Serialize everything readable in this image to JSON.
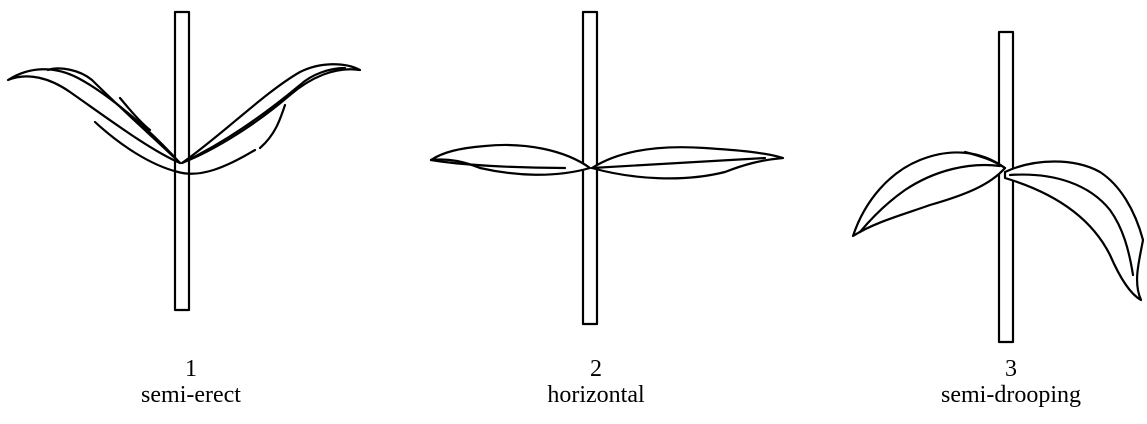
{
  "figure": {
    "items": [
      {
        "number": "1",
        "label": "semi-erect",
        "icon": "semi-erect-leaf-icon"
      },
      {
        "number": "2",
        "label": "horizontal",
        "icon": "horizontal-leaf-icon"
      },
      {
        "number": "3",
        "label": "semi-drooping",
        "icon": "semi-drooping-leaf-icon"
      }
    ],
    "line_color": "#000000",
    "background": "#ffffff"
  }
}
